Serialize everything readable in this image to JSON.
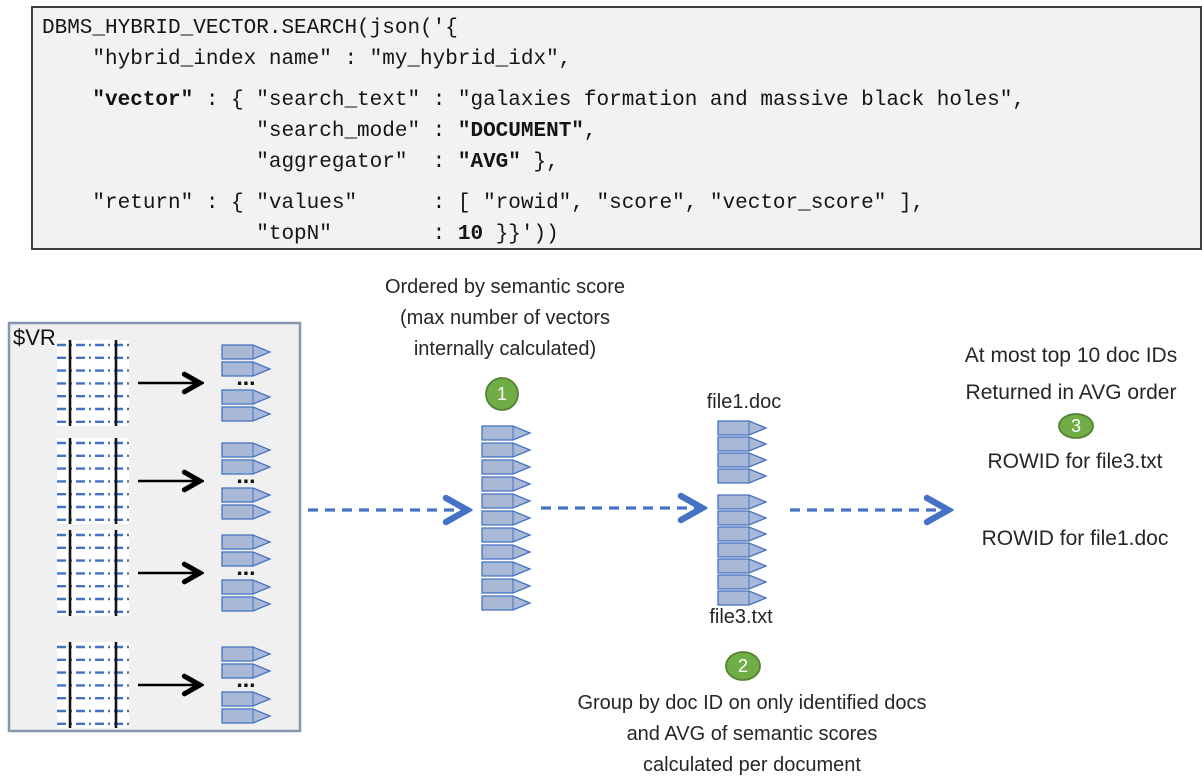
{
  "code_panel": {
    "lines": {
      "l1": "DBMS_HYBRID_VECTOR.SEARCH(json('{",
      "l2": "    \"hybrid_index name\" : \"my_hybrid_idx\",",
      "l4_pre": "    ",
      "l4_bold": "\"vector\"",
      "l4_rest": " : { \"search_text\" : \"galaxies formation and massive black holes\",",
      "l5_pre": "                 \"search_mode\" : ",
      "l5_bold": "\"DOCUMENT\"",
      "l5_rest": ",",
      "l6_pre": "                 \"aggregator\"  : ",
      "l6_bold": "\"AVG\"",
      "l6_rest": " },",
      "l8": "    \"return\" : { \"values\"      : [ \"rowid\", \"score\", \"vector_score\" ],",
      "l9_pre": "                 \"topN\"        : ",
      "l9_bold": "10",
      "l9_rest": " }}'))"
    }
  },
  "diagram": {
    "vr_label": "$VR",
    "ellipsis": "...",
    "step_labels": [
      "1",
      "2",
      "3"
    ],
    "note_step1": [
      "Ordered by semantic score",
      "(max number of vectors",
      "internally calculated)"
    ],
    "file_top_label": "file1.doc",
    "file_bottom_label": "file3.txt",
    "note_step2": [
      "Group by doc ID on only identified docs",
      "and AVG of semantic scores",
      "calculated per document"
    ],
    "note_step3": [
      "At most top 10 doc IDs",
      "Returned in AVG order"
    ],
    "rowid_first": "ROWID for file3.txt",
    "rowid_second": "ROWID for file1.doc",
    "colors": {
      "accent_blue": "#4472c4",
      "chip_fill": "#a9b8d4",
      "step_green": "#70ad47",
      "step_green_border": "#548235",
      "panel_gray": "#f2f2f2",
      "vr_border_gray": "#8496b0"
    }
  }
}
